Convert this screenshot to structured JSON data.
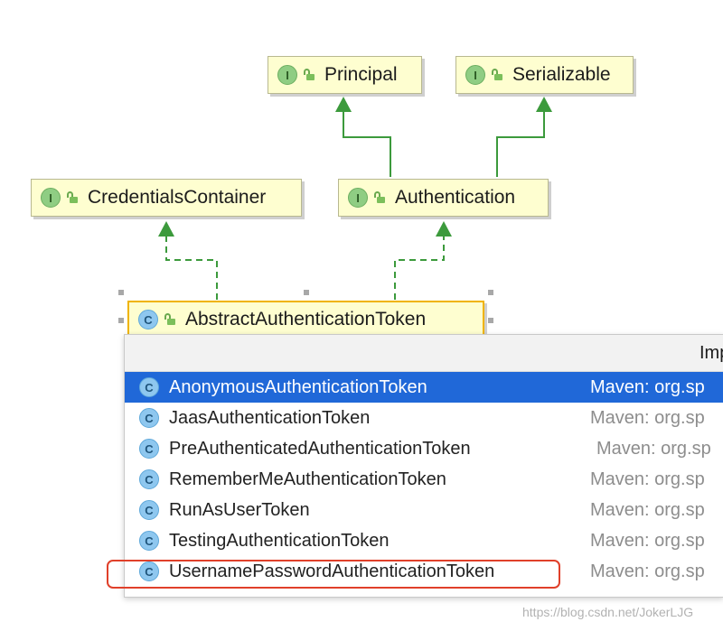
{
  "diagram": {
    "nodes": {
      "principal": {
        "kind": "interface",
        "badge": "I",
        "label": "Principal"
      },
      "serializable": {
        "kind": "interface",
        "badge": "I",
        "label": "Serializable"
      },
      "credentials_container": {
        "kind": "interface",
        "badge": "I",
        "label": "CredentialsContainer"
      },
      "authentication": {
        "kind": "interface",
        "badge": "I",
        "label": "Authentication"
      },
      "abstract_authentication_token": {
        "kind": "class",
        "badge": "C",
        "label": "AbstractAuthenticationToken"
      }
    },
    "colors": {
      "edge": "#3c9a3c",
      "interface_fill": "#fefed0",
      "selection_border": "#f0b400"
    }
  },
  "popup": {
    "header_title": "Imp",
    "items": [
      {
        "badge": "C",
        "name": "AnonymousAuthenticationToken",
        "source": "Maven: org.sp",
        "selected": true
      },
      {
        "badge": "C",
        "name": "JaasAuthenticationToken",
        "source": "Maven: org.sp",
        "selected": false
      },
      {
        "badge": "C",
        "name": "PreAuthenticatedAuthenticationToken",
        "source": "Maven: org.sp",
        "selected": false
      },
      {
        "badge": "C",
        "name": "RememberMeAuthenticationToken",
        "source": "Maven: org.sp",
        "selected": false
      },
      {
        "badge": "C",
        "name": "RunAsUserToken",
        "source": "Maven: org.sp",
        "selected": false
      },
      {
        "badge": "C",
        "name": "TestingAuthenticationToken",
        "source": "Maven: org.sp",
        "selected": false
      },
      {
        "badge": "C",
        "name": "UsernamePasswordAuthenticationToken",
        "source": "Maven: org.sp",
        "selected": false
      }
    ],
    "colors": {
      "selection": "#2068d8",
      "annotation_box": "#e0402a"
    }
  },
  "watermark": "https://blog.csdn.net/JokerLJG"
}
